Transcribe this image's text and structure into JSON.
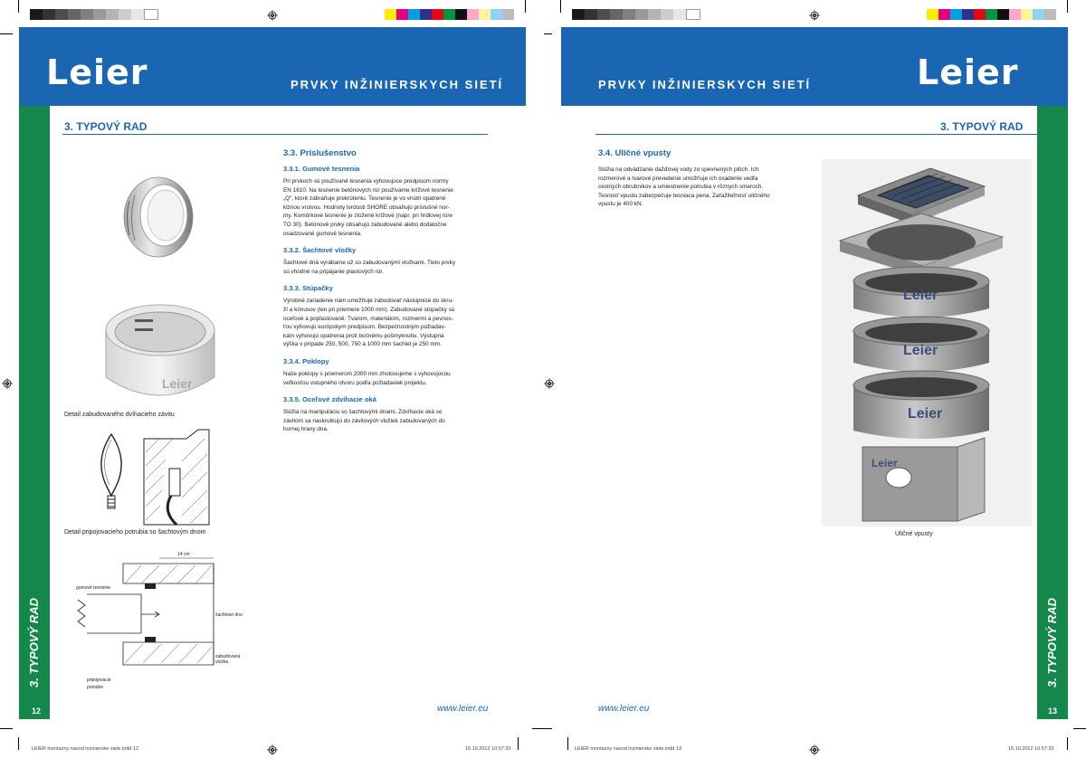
{
  "left": {
    "logo": "Leier",
    "band_title": "PRVKY INŽINIERSKYCH SIETÍ",
    "section_title": "3. TYPOVÝ RAD",
    "side_label": "3. TYPOVÝ RAD",
    "page_number": "12",
    "url": "www.leier.eu",
    "heading": "3.3. Príslušenstvo",
    "subsections": [
      {
        "title": "3.3.1. Gumové tesnenia",
        "lines": [
          "Pri prvkoch sú používané tesnenia vyhovujúce predpisom normy",
          "EN 1610. Na tesnenie betónových rúr používame krížové tesnenie",
          "„Q\", ktoré zabraňuje prekrúteniu. Tesnenie je vo vnútri opatrené",
          "klznou vrstvou. Hodnoty tvrdosti SHORE obsahujú príslušné nor-",
          "my. Komôrkové tesnenie je zložené krížové (napr. pri hrdlovej rúre",
          "TO 30). Betónové prvky obsahujú zabudované alebo dodatočne",
          "osadzované gumové tesnenia."
        ]
      },
      {
        "title": "3.3.2. Šachtové vložky",
        "lines": [
          "Šachtové dná vyrábame už so zabudovanými vložkami. Tieto prvky",
          "sú vhodné na pripájanie plastových rúr."
        ]
      },
      {
        "title": "3.3.3. Stúpačky",
        "lines": [
          "Výrobné zariadenie nám umožňuje zabudovať nástupnice do skru-",
          "ží a kónusov (len pri priemere 1000 mm). Zabudované stúpačky sú",
          "oceľové a poplastované. Tvarom, materiálom, rozmermi a pevnos-",
          "ťou vyhovujú európskym predpisom. Bezpečnostným požiadav-",
          "kám vyhovujú opatrenia proti bočnému pošmyknutiu. Výstupná",
          "výška v prípade 250, 500, 750 a 1000 mm šachiet je 250 mm."
        ]
      },
      {
        "title": "3.3.4. Poklopy",
        "lines": [
          "Naše poklopy s priemerom 2000 mm zhotovujeme s vyhovujúcou",
          "veľkosťou vstupného otvoru podľa požiadaviek projektu."
        ]
      },
      {
        "title": "3.3.5. Oceľové zdvíhacie oká",
        "lines": [
          "Slúžia na manipuláciu so šachtovými dnami. Zdvíhacie oká so",
          "závitom sa naskrutkujú do závitových vložiek zabudovaných do",
          "hornej hrany dna."
        ]
      }
    ],
    "caption_thread": "Detail zabudovaného dvíhacieho závitu",
    "caption_pipe": "Detail pripojovacieho potrubia so šachtovým dnom",
    "diagram_labels": {
      "seal": "gumové tesnenie",
      "dim": "14 cm",
      "bottom": "šachtové dno",
      "insert_1": "zabudovaná",
      "insert_2": "vložka",
      "pipe_1": "pripojovacie",
      "pipe_2": "potrubie"
    },
    "ring_brand": "Leier",
    "slug": "LEIER montazny navod inzinierske siete.indd   12",
    "slug_date": "15.10.2012   10:57:33"
  },
  "right": {
    "logo": "Leier",
    "band_title": "PRVKY INŽINIERSKYCH SIETÍ",
    "section_title": "3. TYPOVÝ RAD",
    "side_label": "3. TYPOVÝ RAD",
    "page_number": "13",
    "url": "www.leier.eu",
    "heading": "3.4. Uličné vpusty",
    "lines": [
      "Slúžia na odvádzanie dažďovej vody zo spevnených plôch. Ich",
      "rozmerové a tvarové prevedenie umožňuje ich osadenie vedľa",
      "cestných obrubníkov a umiestnenie potrubia v rôznych smeroch.",
      "Tesnosť vpustu zabezpečuje tesniaca pena. Zaťažiteľnosť uličného",
      "vpustu je 400 kN."
    ],
    "caption": "Uličné vpusty",
    "brand_marks": [
      "Leier",
      "Leier",
      "Leier",
      "Leier"
    ],
    "slug": "LEIER montazny navod inzinierske siete.indd   13",
    "slug_date": "15.10.2012   10:57:33"
  },
  "colors": {
    "blue": "#1b66b2",
    "green": "#14874a"
  }
}
